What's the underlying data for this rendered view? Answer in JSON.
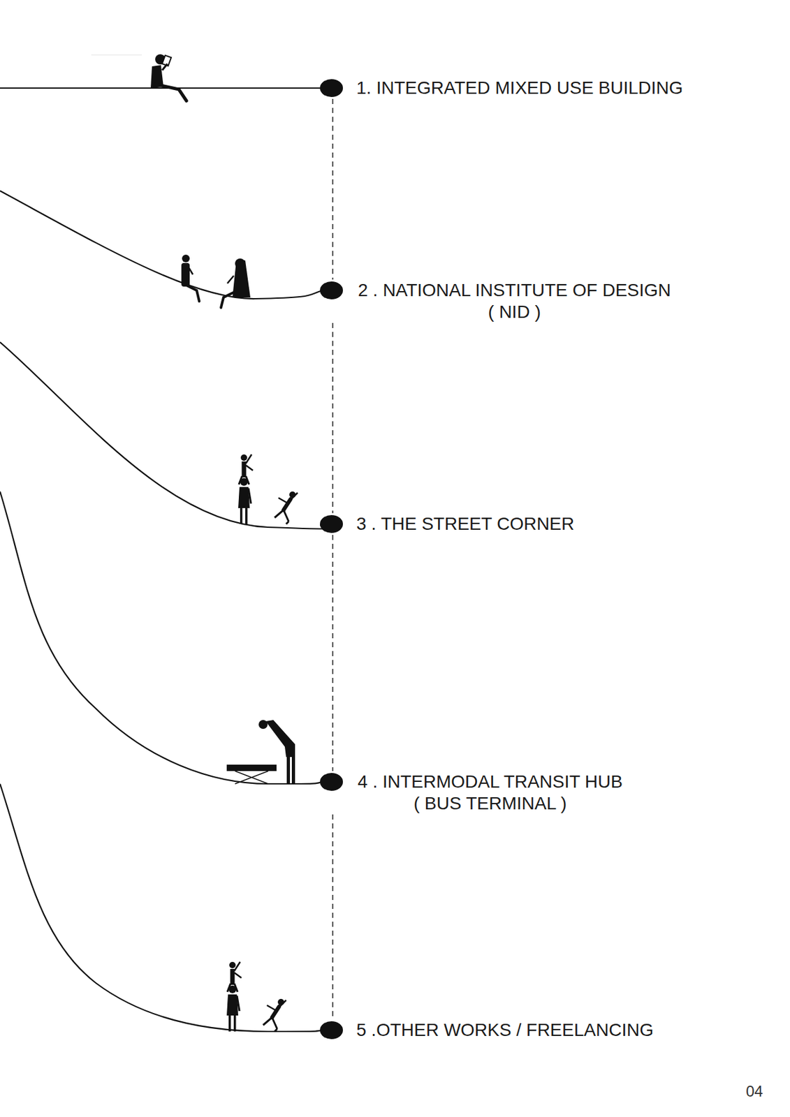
{
  "diagram": {
    "nodes": [
      {
        "text": [
          "1. INTEGRATED MIXED USE BUILDING"
        ]
      },
      {
        "text": [
          "2 . NATIONAL INSTITUTE OF DESIGN ( NID )"
        ]
      },
      {
        "text": [
          "3 . THE STREET CORNER"
        ]
      },
      {
        "text": [
          "4 . INTERMODAL TRANSIT HUB ( BUS TERMINAL )"
        ]
      },
      {
        "text": [
          "5 .OTHER WORKS / FREELANCING"
        ]
      }
    ],
    "edges": [
      {
        "from": 0,
        "to": 1,
        "arrow": "none"
      },
      {
        "from": 1,
        "to": 2,
        "arrow": "none"
      },
      {
        "from": 2,
        "to": 3,
        "arrow": "none"
      },
      {
        "from": 3,
        "to": 4,
        "arrow": "none"
      }
    ],
    "labels": [
      "04"
    ]
  }
}
